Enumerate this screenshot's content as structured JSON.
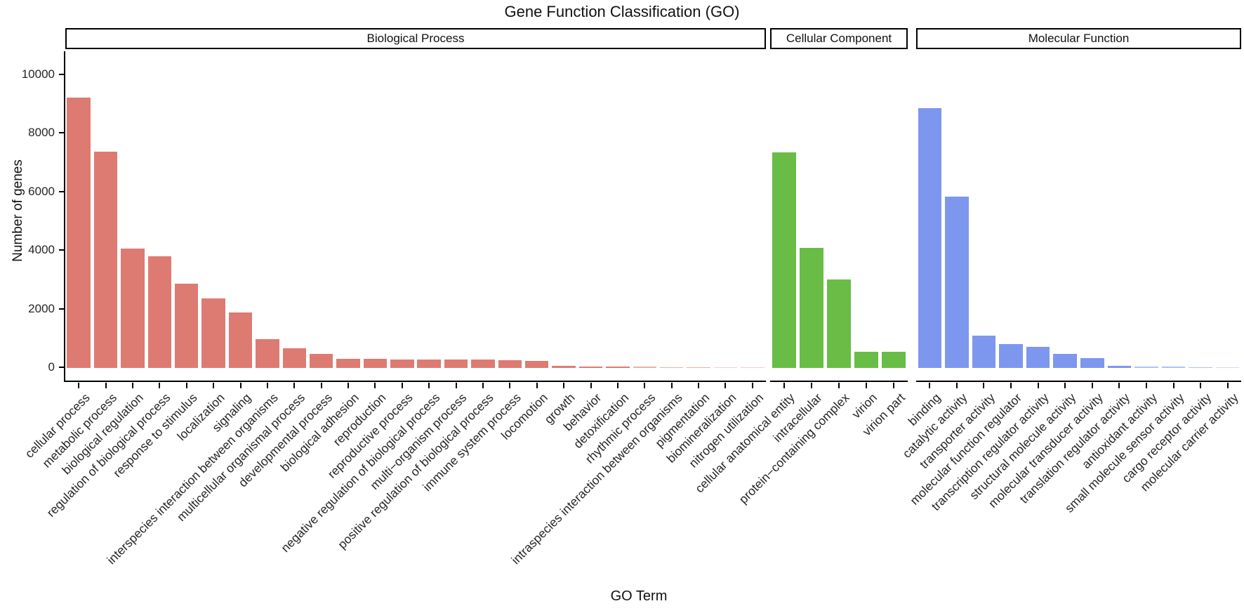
{
  "chart_data": {
    "type": "bar",
    "title": "Gene Function Classification (GO)",
    "xlabel": "GO Term",
    "ylabel": "Number of genes",
    "ylim": [
      0,
      10000
    ],
    "yticks": [
      0,
      2000,
      4000,
      6000,
      8000,
      10000
    ],
    "grid": false,
    "legend": "none",
    "panels": [
      {
        "label": "Biological Process",
        "color": "#DD7B72",
        "categories": [
          "cellular process",
          "metabolic process",
          "biological regulation",
          "regulation of biological process",
          "response to stimulus",
          "localization",
          "signaling",
          "interspecies interaction between organisms",
          "multicellular organismal process",
          "developmental process",
          "biological adhesion",
          "reproduction",
          "reproductive process",
          "negative regulation of biological process",
          "multi−organism process",
          "positive regulation of biological process",
          "immune system process",
          "locomotion",
          "growth",
          "behavior",
          "detoxification",
          "rhythmic process",
          "intraspecies interaction between organisms",
          "pigmentation",
          "biomineralization",
          "nitrogen utilization"
        ],
        "values": [
          9230,
          7380,
          4070,
          3810,
          2870,
          2380,
          1890,
          980,
          680,
          490,
          310,
          300,
          295,
          290,
          285,
          280,
          265,
          240,
          70,
          55,
          48,
          42,
          35,
          28,
          18,
          10
        ]
      },
      {
        "label": "Cellular Component",
        "color": "#69BD46",
        "categories": [
          "cellular anatomical entity",
          "intracellular",
          "protein−containing complex",
          "virion",
          "virion part"
        ],
        "values": [
          7370,
          4100,
          3020,
          560,
          540
        ]
      },
      {
        "label": "Molecular Function",
        "color": "#7C97ED",
        "categories": [
          "binding",
          "catalytic activity",
          "transporter activity",
          "molecular function regulator",
          "transcription regulator activity",
          "structural molecule activity",
          "molecular transducer activity",
          "translation regulator activity",
          "antioxidant activity",
          "small molecule sensor activity",
          "cargo receptor activity",
          "molecular carrier activity"
        ],
        "values": [
          8880,
          5840,
          1100,
          820,
          720,
          480,
          330,
          70,
          45,
          38,
          32,
          22
        ]
      }
    ]
  }
}
